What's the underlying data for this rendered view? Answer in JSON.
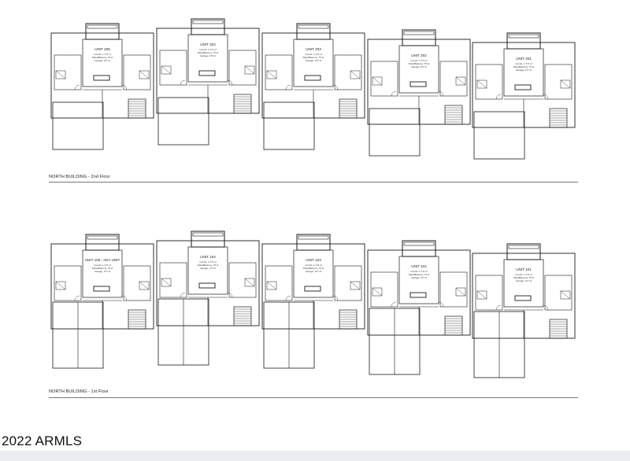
{
  "floors": [
    {
      "label": "NORTH BUILDING - 2nd Floor",
      "units": [
        {
          "name": "UNIT 205",
          "lines": [
            "Condo: 1,771 sf",
            "Patio/Balcony: 75 sf",
            "Garage: 277 sf"
          ],
          "yShift": 0
        },
        {
          "name": "UNIT 204",
          "lines": [
            "Condo: 1,771 sf",
            "Patio/Balcony: 75 sf",
            "Garage: 276 sf"
          ],
          "yShift": -6
        },
        {
          "name": "UNIT 203",
          "lines": [
            "Condo: 1,771 sf",
            "Patio/Balcony: 75 sf",
            "Garage: 277 sf"
          ],
          "yShift": 0
        },
        {
          "name": "UNIT 202",
          "lines": [
            "Condo: 1,771 sf",
            "Patio/Balcony: 75 sf",
            "Garage: 277 sf"
          ],
          "yShift": 8
        },
        {
          "name": "UNIT 201",
          "lines": [
            "Condo: 1,771 sf",
            "Patio/Balcony: 75 sf",
            "Garage: 277 sf"
          ],
          "yShift": 12
        }
      ]
    },
    {
      "label": "NORTH BUILDING - 1st Floor",
      "units": [
        {
          "name": "UNIT 105 - ADA UNIT",
          "lines": [
            "Condo: 1,771 sf",
            "Patio/Balcony: 75 sf",
            "Garage: 277 sf"
          ],
          "yShift": 0
        },
        {
          "name": "UNIT 104",
          "lines": [
            "Condo: 1,771 sf",
            "Patio/Balcony: 75 sf",
            "Garage: 277 sf"
          ],
          "yShift": -4
        },
        {
          "name": "UNIT 103",
          "lines": [
            "Condo: 1,771 sf",
            "Patio/Balcony: 75 sf",
            "Garage: 277 sf"
          ],
          "yShift": 0
        },
        {
          "name": "UNIT 102",
          "lines": [
            "Condo: 1,771 sf",
            "Patio/Balcony: 75 sf",
            "Garage: 277 sf"
          ],
          "yShift": 8
        },
        {
          "name": "UNIT 101",
          "lines": [
            "Condo: 1,771 sf",
            "Patio/Balcony: 75 sf",
            "Garage: 277 sf"
          ],
          "yShift": 12
        }
      ]
    }
  ],
  "copyright": "2022 ARMLS",
  "colors": {
    "line": "#1a1a1a",
    "paper": "#ffffff",
    "footer": "#ebedf0"
  }
}
